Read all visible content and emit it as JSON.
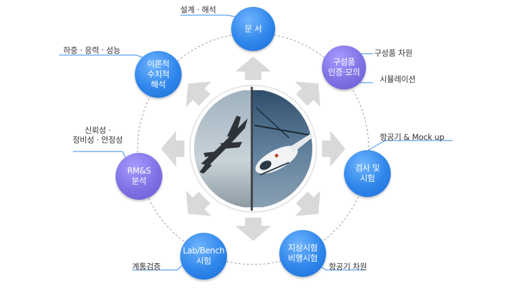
{
  "nodes": {
    "document": {
      "lines": [
        "문 서"
      ],
      "color": "blue"
    },
    "component": {
      "lines": [
        "구성품",
        "인증·모의"
      ],
      "color": "purple"
    },
    "inspection": {
      "lines": [
        "검사 및",
        "시험"
      ],
      "color": "blue"
    },
    "ground_flight": {
      "lines": [
        "지상시험",
        "비행시험"
      ],
      "color": "blue"
    },
    "lab_bench": {
      "lines": [
        "Lab/Bench",
        "시험"
      ],
      "color": "blue"
    },
    "rms": {
      "lines": [
        "RM&S",
        "분석"
      ],
      "color": "purple"
    },
    "theory": {
      "lines": [
        "이론적",
        "수치적",
        "해석"
      ],
      "color": "blue"
    }
  },
  "labels": {
    "design": "설계 · 해석",
    "component_level": "구성품 차원",
    "simulation": "시뮬레이션",
    "aircraft_mockup": "항공기 & Mock up",
    "aircraft_level": "항공기 차원",
    "system_verification": "계통검증",
    "reliability_line1": "신뢰성 ·",
    "reliability_line2": "정비성 · 안정성",
    "load": "하중 · 응력 · 성능"
  },
  "colors": {
    "blue": "#2f86ea",
    "purple": "#7e71e4",
    "arrow": "#d9d9d9",
    "connector": "#2f86ea",
    "orbit": "#9a9a9a"
  }
}
